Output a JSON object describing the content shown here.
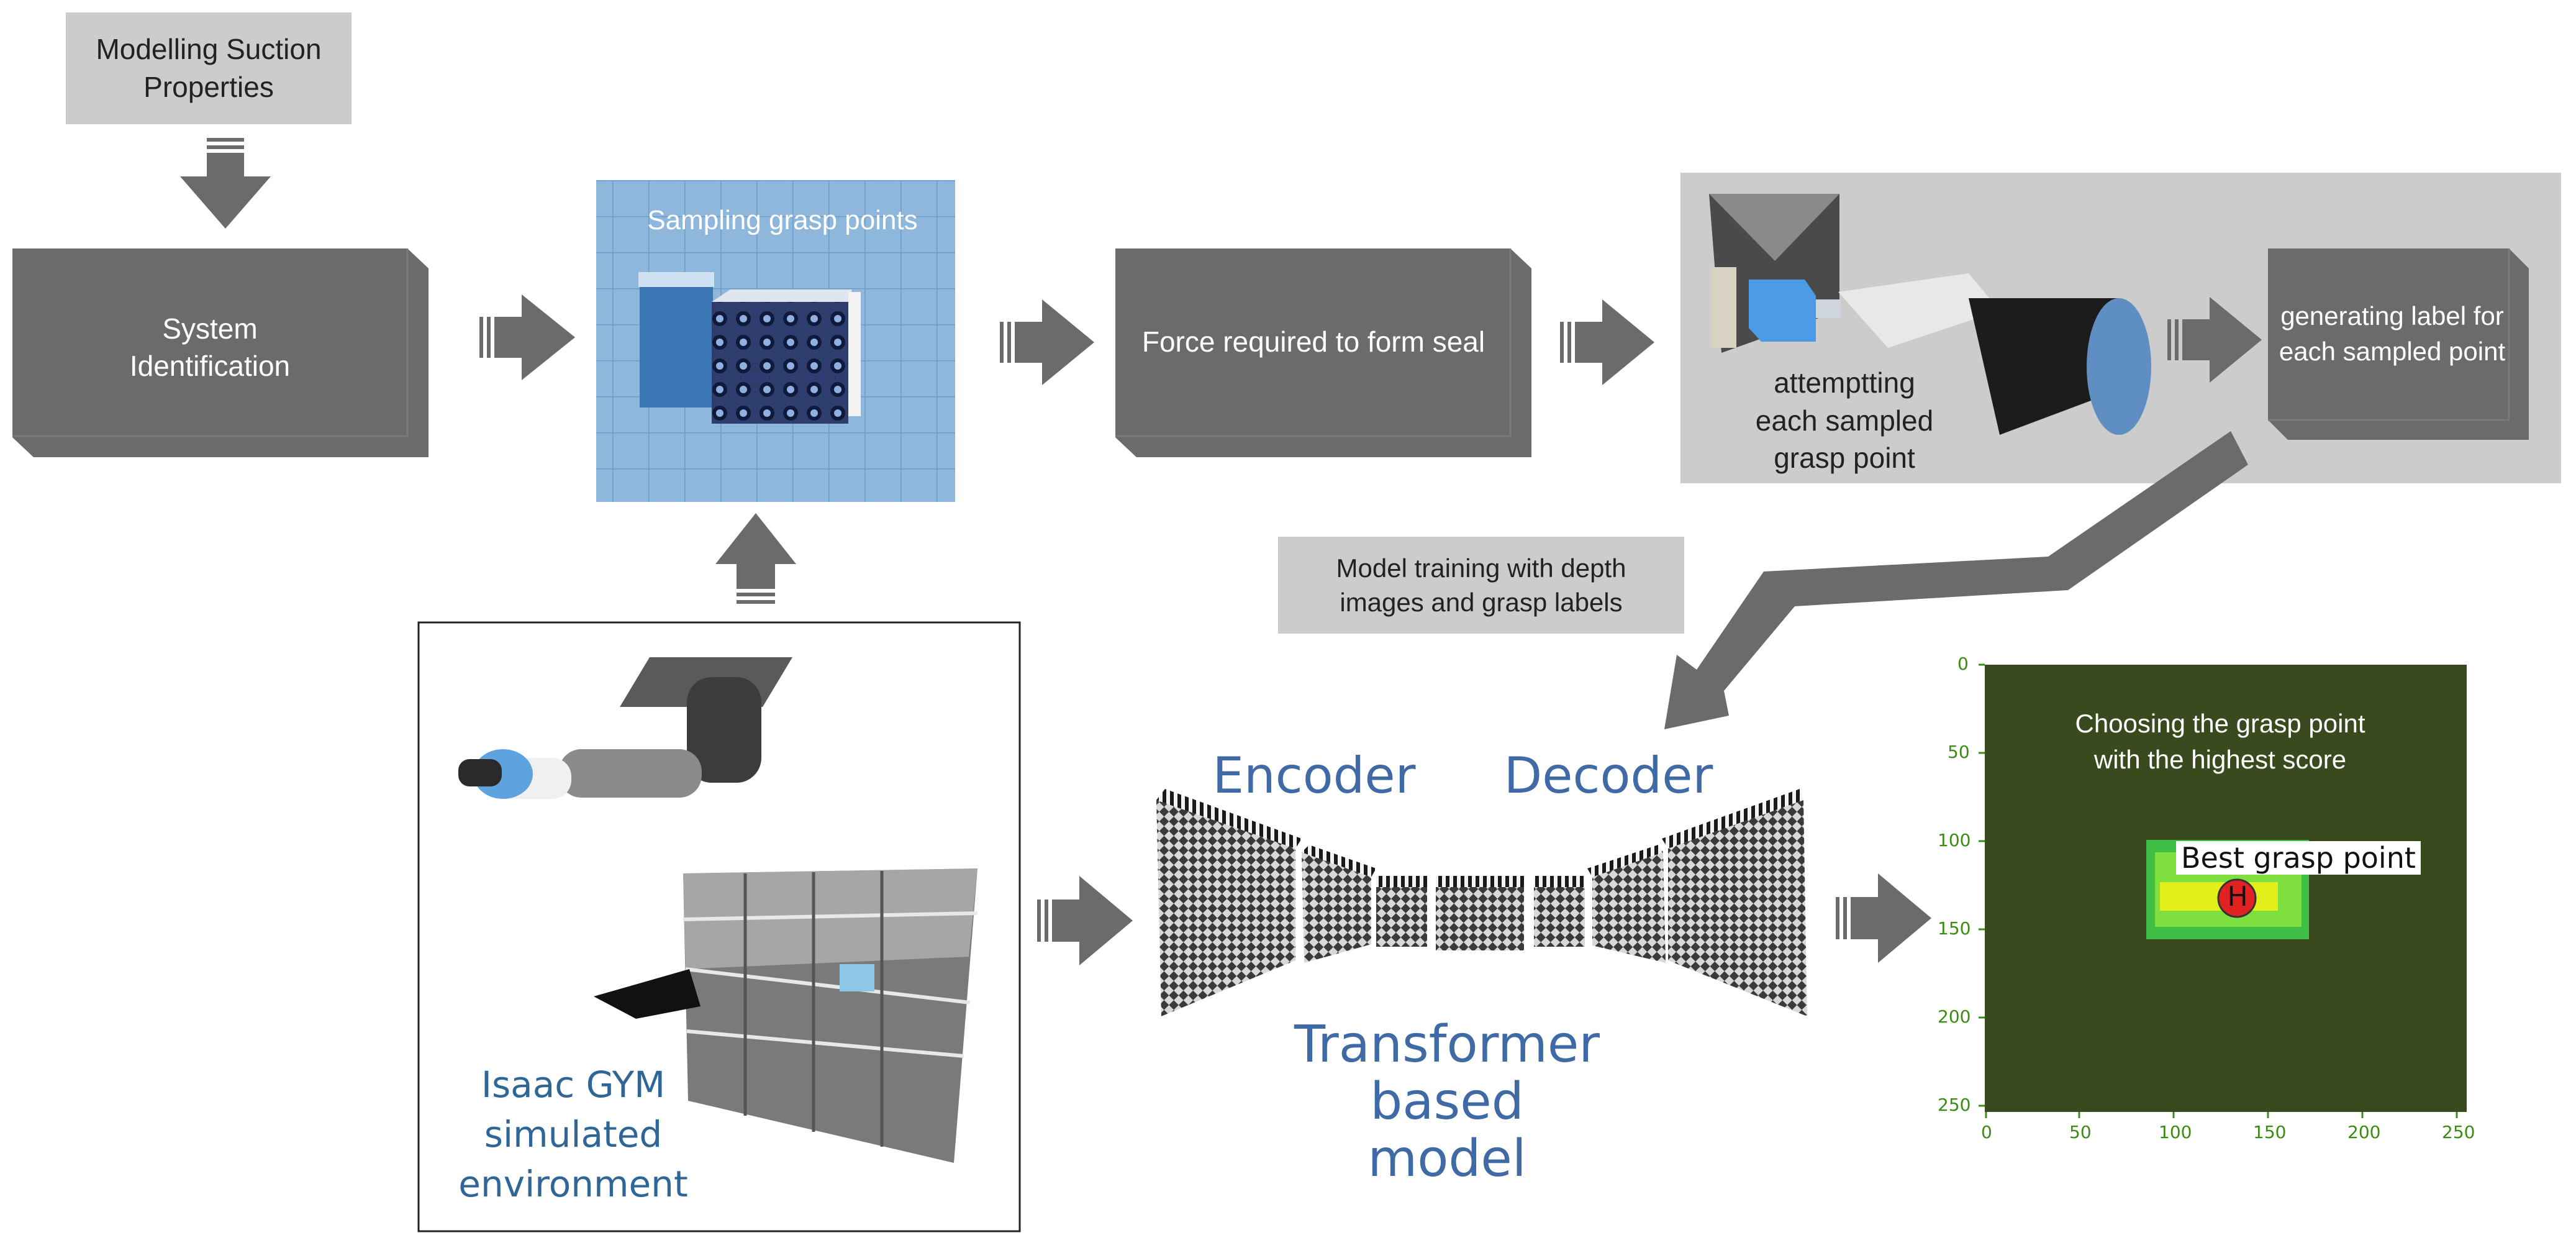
{
  "boxes": {
    "modelling": "Modelling Suction Properties",
    "system_id": "System Identification",
    "sampling": "Sampling grasp points",
    "force": "Force required to form seal",
    "attempting": "attemptting each sampled grasp point",
    "generating": "generating label for each sampled point",
    "model_training": "Model training with depth images and grasp labels",
    "environment": "Isaac GYM simulated environment"
  },
  "model": {
    "encoder": "Encoder",
    "decoder": "Decoder",
    "title": "Transformer based model"
  },
  "heatmap": {
    "caption": "Choosing the grasp point with the highest score",
    "best_label": "Best grasp point",
    "marker": "H",
    "y_ticks": [
      "0",
      "50",
      "100",
      "150",
      "200",
      "250"
    ],
    "x_ticks": [
      "0",
      "50",
      "100",
      "150",
      "200",
      "250"
    ]
  },
  "colors": {
    "dark_box": "#6b6b6b",
    "light_box": "#cccccc",
    "heatmap_bg": "#394a1e",
    "title_blue": "#3f6aa6",
    "tick_green": "#3c8c14"
  }
}
